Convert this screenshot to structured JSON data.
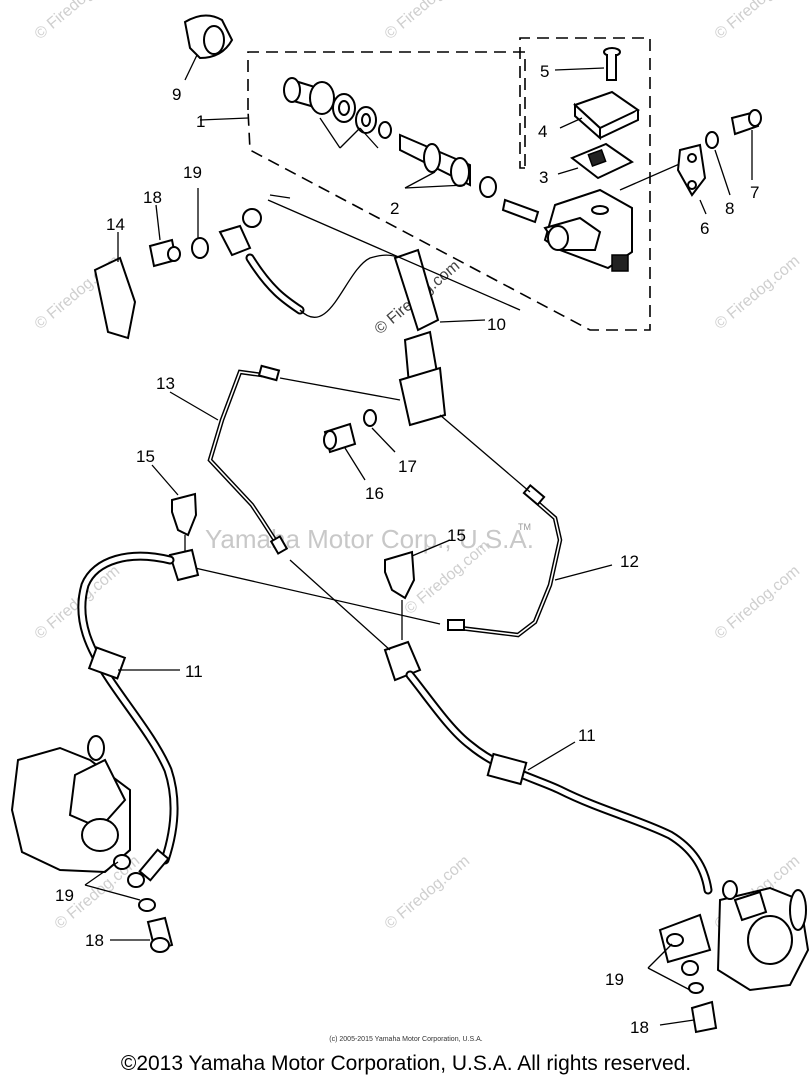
{
  "watermark": {
    "center_text": "Yamaha Motor Corp., U.S.A.",
    "trademark": "TM",
    "firedog_text": "© Firedog.com"
  },
  "callouts": [
    "1",
    "2",
    "3",
    "4",
    "5",
    "6",
    "7",
    "8",
    "9",
    "10",
    "11",
    "11",
    "12",
    "13",
    "14",
    "15",
    "15",
    "16",
    "17",
    "18",
    "18",
    "18",
    "19",
    "19",
    "19"
  ],
  "labels": {
    "p1": "1",
    "p2": "2",
    "p3": "3",
    "p4": "4",
    "p5": "5",
    "p6": "6",
    "p7": "7",
    "p8": "8",
    "p9": "9",
    "p10": "10",
    "p11a": "11",
    "p11b": "11",
    "p12": "12",
    "p13": "13",
    "p14": "14",
    "p15a": "15",
    "p15b": "15",
    "p16": "16",
    "p17": "17",
    "p18a": "18",
    "p18b": "18",
    "p18c": "18",
    "p19a": "19",
    "p19b": "19",
    "p19c": "19"
  },
  "footer": {
    "small": "(c) 2005-2015 Yamaha Motor Corporation, U.S.A.",
    "main": "©2013 Yamaha Motor Corporation, U.S.A. All rights reserved."
  }
}
